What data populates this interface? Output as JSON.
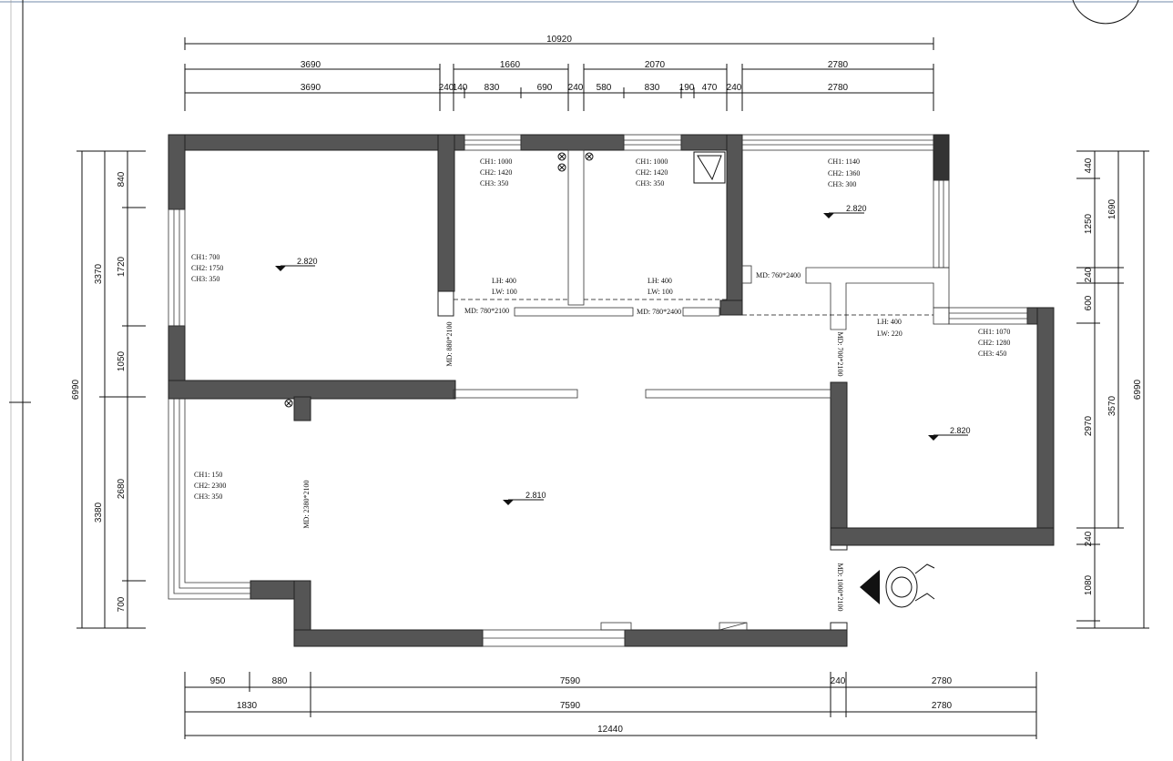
{
  "colors": {
    "wall": "#555555",
    "line": "#111111",
    "background": "#ffffff"
  },
  "dims": {
    "top_total": "10920",
    "top_r1": [
      "3690",
      "1660",
      "2070",
      "2780"
    ],
    "top_r2": [
      "3690",
      "240",
      "140",
      "830",
      "690",
      "240",
      "580",
      "830",
      "190",
      "470",
      "240",
      "2780"
    ],
    "bottom_total": "12440",
    "bottom_r1": [
      "950",
      "880",
      "7590",
      "240",
      "2780"
    ],
    "bottom_r2": [
      "1830",
      "7590",
      "2780"
    ],
    "left_total": "6990",
    "left_outer": [
      "3370",
      "3380"
    ],
    "left_inner": [
      "840",
      "1720",
      "1050",
      "2680",
      "700"
    ],
    "right_total": "6990",
    "right_outer": [
      "1690",
      "3570"
    ],
    "right_inner": [
      "440",
      "1250",
      "240",
      "600",
      "2970",
      "240",
      "1080"
    ]
  },
  "rooms": {
    "r1": [
      "CH1: 700",
      "CH2: 1750",
      "CH3: 350"
    ],
    "r2": [
      "CH1: 1000",
      "CH2: 1420",
      "CH3: 350"
    ],
    "r3": [
      "CH1: 1000",
      "CH2: 1420",
      "CH3: 350"
    ],
    "r4": [
      "CH1: 1140",
      "CH2: 1360",
      "CH3: 300"
    ],
    "r5": [
      "CH1: 1070",
      "CH2: 1280",
      "CH3: 450"
    ],
    "r6": [
      "CH1: 150",
      "CH2: 2300",
      "CH3: 350"
    ]
  },
  "levels": [
    "2.820",
    "2.820",
    "2.820",
    "2.810"
  ],
  "beams": {
    "b1": [
      "LH: 400",
      "LW: 100"
    ],
    "b2": [
      "LH: 400",
      "LW: 100"
    ],
    "b3": [
      "LH: 400",
      "LW: 220"
    ]
  },
  "doors": {
    "d1": "MD: 780*2100",
    "d2": "MD: 780*2400",
    "d3": "MD: 760*2400",
    "d4": "MD: 880*2100",
    "d5": "MD: 700*2100",
    "d6": "MD: 2380*2100",
    "d7": "MD: 1000*2100"
  }
}
